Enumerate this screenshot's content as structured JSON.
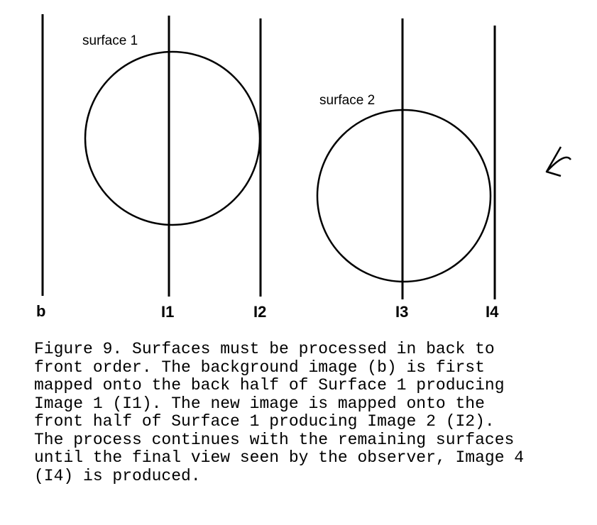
{
  "diagram": {
    "surface_labels": [
      "surface 1",
      "surface 2"
    ],
    "plane_labels": [
      "b",
      "I1",
      "I2",
      "I3",
      "I4"
    ]
  },
  "caption": {
    "lines": [
      "Figure 9.  Surfaces must be processed in back to",
      "front order.  The  background image (b) is first",
      "mapped onto the back half of Surface 1 producing",
      "Image 1 (I1).  The new image is mapped onto the",
      "front half of Surface 1 producing Image 2 (I2).",
      "The process continues with the remaining surfaces",
      "until the final view seen by the observer, Image 4",
      "(I4) is produced."
    ]
  }
}
